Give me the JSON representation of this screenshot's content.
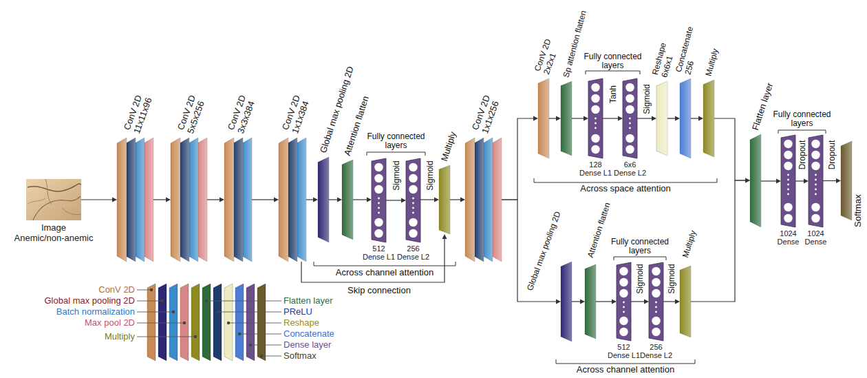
{
  "diagram": {
    "nodes": [
      {
        "text": [
          "Image",
          "Anemic/non-anemic"
        ]
      },
      {
        "text": [
          "ConV 2D",
          "11x11x96"
        ]
      },
      {
        "text": [
          "ConV 2D",
          "5x5x256"
        ]
      },
      {
        "text": [
          "ConV 2D",
          "3x3x384"
        ]
      },
      {
        "text": [
          "ConV 2D",
          "1x1x384"
        ]
      },
      {
        "text": [
          "Global max pooling 2D"
        ]
      },
      {
        "text": [
          "Attention flatten"
        ]
      },
      {
        "text": [
          "512",
          "Dense L1"
        ]
      },
      {
        "text": [
          "256",
          "Dense L2"
        ]
      },
      {
        "text": [
          "Multiply"
        ]
      },
      {
        "text": [
          "ConV 2D",
          "1x1x256"
        ]
      },
      {
        "text": [
          "ConV 2D",
          "2x2x1"
        ]
      },
      {
        "text": [
          "Sp attention flatten"
        ]
      },
      {
        "text": [
          "128",
          "Dense L1"
        ]
      },
      {
        "text": [
          "6x6",
          "Dense L2"
        ]
      },
      {
        "text": [
          "Reshape",
          "6x6x1"
        ]
      },
      {
        "text": [
          "Concatenate",
          "256"
        ]
      },
      {
        "text": [
          "Multiply"
        ]
      },
      {
        "text": [
          "Global max pooling 2D"
        ]
      },
      {
        "text": [
          "Attention flatten"
        ]
      },
      {
        "text": [
          "512",
          "Dense L1"
        ]
      },
      {
        "text": [
          "256",
          "Dense L2"
        ]
      },
      {
        "text": [
          "Multiply"
        ]
      },
      {
        "text": [
          "Flatten layer"
        ]
      },
      {
        "text": [
          "1024",
          "Dense"
        ]
      },
      {
        "text": [
          "1024",
          "Dense"
        ]
      },
      {
        "text": [
          "Softmax"
        ]
      }
    ],
    "edges": [
      {
        "from": 0,
        "to": 1,
        "arrow": "to"
      },
      {
        "from": 1,
        "to": 2,
        "arrow": "to"
      },
      {
        "from": 2,
        "to": 3,
        "arrow": "to"
      },
      {
        "from": 3,
        "to": 4,
        "arrow": "to"
      },
      {
        "from": 4,
        "to": 5,
        "arrow": "to"
      },
      {
        "from": 5,
        "to": 6,
        "arrow": "to"
      },
      {
        "from": 6,
        "to": 7,
        "arrow": "to"
      },
      {
        "from": 7,
        "to": 8,
        "arrow": "to"
      },
      {
        "from": 8,
        "to": 9,
        "arrow": "to"
      },
      {
        "from": 4,
        "to": 9,
        "arrow": "to"
      },
      {
        "from": 9,
        "to": 10,
        "arrow": "to"
      },
      {
        "from": 10,
        "to": 11,
        "arrow": "to"
      },
      {
        "from": 10,
        "to": 18,
        "arrow": "to"
      },
      {
        "from": 11,
        "to": 12,
        "arrow": "to"
      },
      {
        "from": 12,
        "to": 13,
        "arrow": "to"
      },
      {
        "from": 13,
        "to": 14,
        "arrow": "to"
      },
      {
        "from": 14,
        "to": 15,
        "arrow": "to"
      },
      {
        "from": 15,
        "to": 16,
        "arrow": "to"
      },
      {
        "from": 16,
        "to": 17,
        "arrow": "to"
      },
      {
        "from": 18,
        "to": 19,
        "arrow": "to"
      },
      {
        "from": 19,
        "to": 20,
        "arrow": "to"
      },
      {
        "from": 20,
        "to": 21,
        "arrow": "to"
      },
      {
        "from": 21,
        "to": 22,
        "arrow": "to"
      },
      {
        "from": 17,
        "to": 23,
        "arrow": "to"
      },
      {
        "from": 22,
        "to": 23,
        "arrow": "to"
      },
      {
        "from": 23,
        "to": 24,
        "arrow": "to"
      },
      {
        "from": 24,
        "to": 25,
        "arrow": "to"
      },
      {
        "from": 25,
        "to": 26,
        "arrow": "to"
      }
    ],
    "labels": [
      "Fully connected layers",
      "Sigmoid",
      "Sigmoid",
      "Across channel attention",
      "Skip connection",
      "Fully connected layers",
      "Tanh",
      "Sigmoid",
      "Across space attention",
      "Fully connected layers",
      "Sigmoid",
      "Sigmoid",
      "Across channel attention",
      "Fully connected layers",
      "Dropout",
      "Dropout"
    ],
    "legend": [
      {
        "text": "ConV 2D",
        "color": "#c98a55"
      },
      {
        "text": "Global max pooling 2D",
        "color": "#2e2874"
      },
      {
        "text": "Batch normalization",
        "color": "#3b8ccc"
      },
      {
        "text": "Max pool 2D",
        "color": "#d98585"
      },
      {
        "text": "Multiply",
        "color": "#8e8a22"
      },
      {
        "text": "Flatten layer",
        "color": "#2f6b3c"
      },
      {
        "text": "PReLU",
        "color": "#1d3c6b"
      },
      {
        "text": "Reshape",
        "color": "#ecebc2"
      },
      {
        "text": "Concatenate",
        "color": "#4d7ed6"
      },
      {
        "text": "Dense layer",
        "color": "#6b4f8a"
      },
      {
        "text": "Softmax",
        "color": "#6b5a2e"
      }
    ]
  }
}
